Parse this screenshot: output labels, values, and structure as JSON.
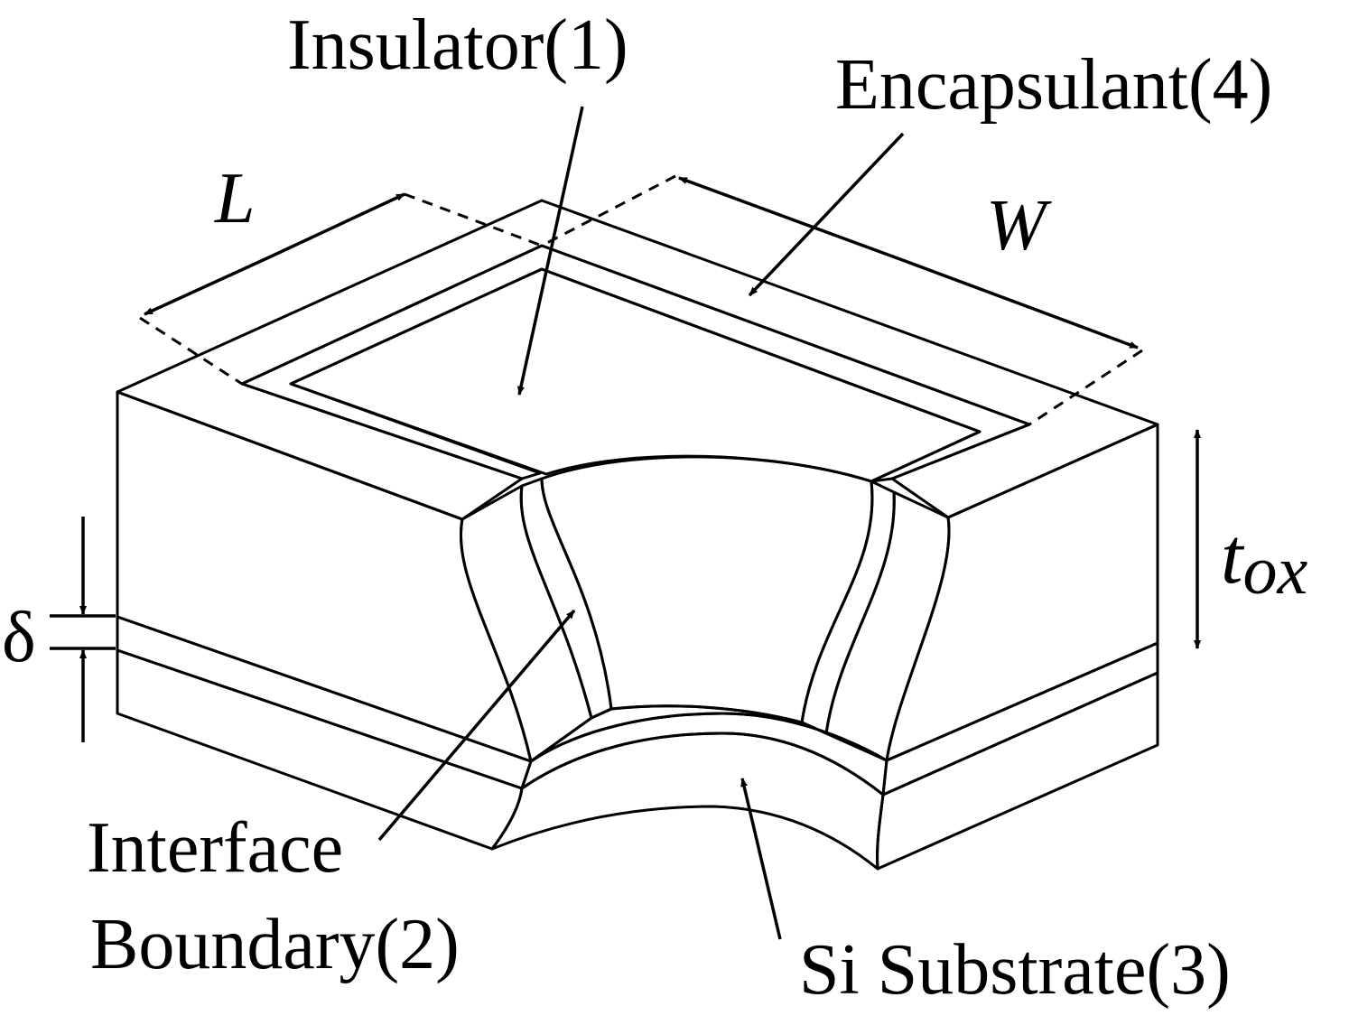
{
  "labels": {
    "insulator": "Insulator(1)",
    "encapsulant": "Encapsulant(4)",
    "interface_line1": "Interface",
    "interface_line2": "Boundary(2)",
    "substrate": "Si Substrate(3)",
    "length": "L",
    "width": "W",
    "thickness_base": "t",
    "thickness_sub": "ox",
    "delta": "δ"
  },
  "colors": {
    "encapsulant": "#9fb95a",
    "insulator": "#a9bfd7",
    "interface": "#ffffff",
    "substrate": "#23335c",
    "outline": "#000000"
  }
}
